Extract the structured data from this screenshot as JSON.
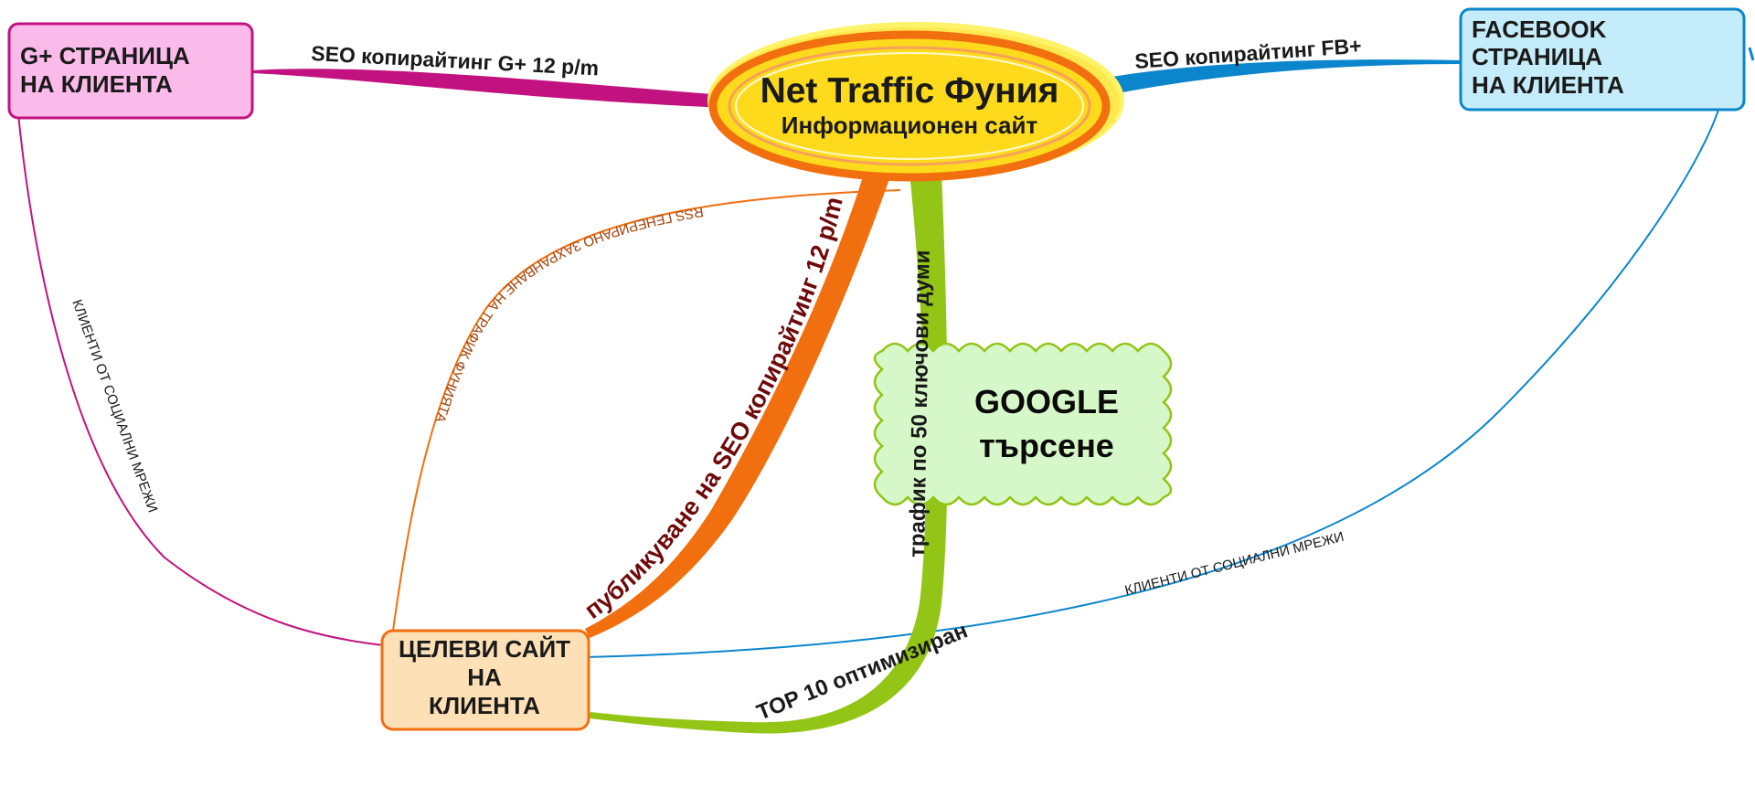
{
  "colors": {
    "magenta": "#c2127f",
    "blue": "#0b86cc",
    "orange": "#f26f0f",
    "green": "#92c516",
    "center_fill": "#fddb1c",
    "center_glow": "#fff36a",
    "gplus_fill": "#fbbbea",
    "facebook_fill": "#c5ecfa",
    "site_fill": "#fde0b6",
    "google_fill": "#d6f8c8",
    "dark_red_text": "#6e0a0a",
    "rss_text": "#a2420a"
  },
  "nodes": {
    "center": {
      "title": "Net Traffic Фуния",
      "subtitle": "Информационен сайт"
    },
    "gplus": {
      "line1": "G+ СТРАНИЦА",
      "line2": "НА КЛИЕНТА"
    },
    "facebook": {
      "line1": "FACEBOOK",
      "line2": "СТРАНИЦА",
      "line3": "НА КЛИЕНТА"
    },
    "target_site": {
      "line1": "ЦЕЛЕВИ САЙТ",
      "line2": "НА",
      "line3": "КЛИЕНТА"
    },
    "google": {
      "line1": "GOOGLE",
      "line2": "търсене"
    }
  },
  "connections": {
    "gplus_seo": "SEO копирайтинг G+ 12 p/m",
    "facebook_seo": "SEO копирайтинг FB+",
    "rss": "RSS ГЕНЕРИРАНО ЗАХРАНВАНЕ НА ТРАФИК ФУНИЯТА",
    "publishing": "публикуване на SEO копирайтинг 12 p/m",
    "top10": "ТОР 10 оптимизиран трафик по 50 ключови думи",
    "social_left": "КЛИЕНТИ ОТ СОЦИАЛНИ МРЕЖИ",
    "social_right": "КЛИЕНТИ ОТ СОЦИАЛНИ МРЕЖИ"
  }
}
